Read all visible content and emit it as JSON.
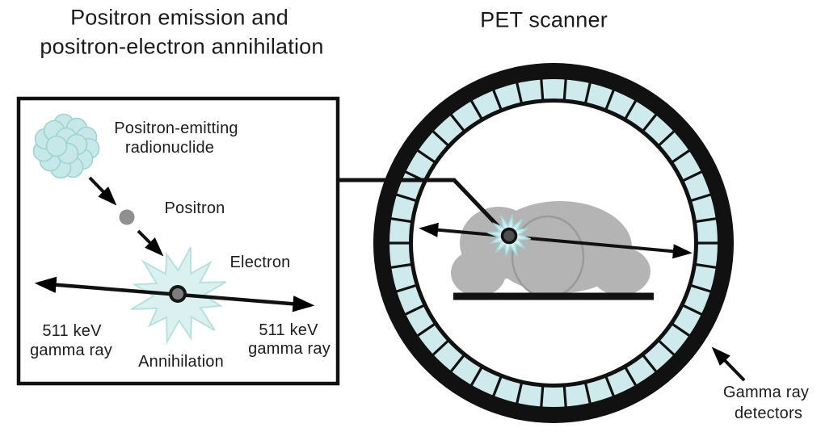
{
  "titles": {
    "left_line1": "Positron emission and",
    "left_line2": "positron-electron annihilation",
    "right": "PET scanner"
  },
  "left_panel": {
    "radionuclide_line1": "Positron-emitting",
    "radionuclide_line2": "radionuclide",
    "positron_label": "Positron",
    "electron_label": "Electron",
    "annihilation_label": "Annihilation",
    "gamma_left_line1": "511 keV",
    "gamma_left_line2": "gamma ray",
    "gamma_right_line1": "511 keV",
    "gamma_right_line2": "gamma ray"
  },
  "scanner": {
    "detectors_label_line1": "Gamma ray",
    "detectors_label_line2": "detectors",
    "detector_segments": 42
  },
  "colors": {
    "ink": "#111111",
    "text": "#1d1d1d",
    "detector_fill": "#cfeaec",
    "star_fill": "#daf1ef",
    "star_edge": "#b6e2e0",
    "small_star_fill": "#c8eaec",
    "small_star_core": "#eef9fa",
    "mouse_gray": "#b4b4b4",
    "mouse_line": "#9a9a9a",
    "nuclide_fill": "#c7e8e8",
    "nuclide_edge": "#9fd2d2",
    "particle_gray": "#8f8f8f"
  }
}
